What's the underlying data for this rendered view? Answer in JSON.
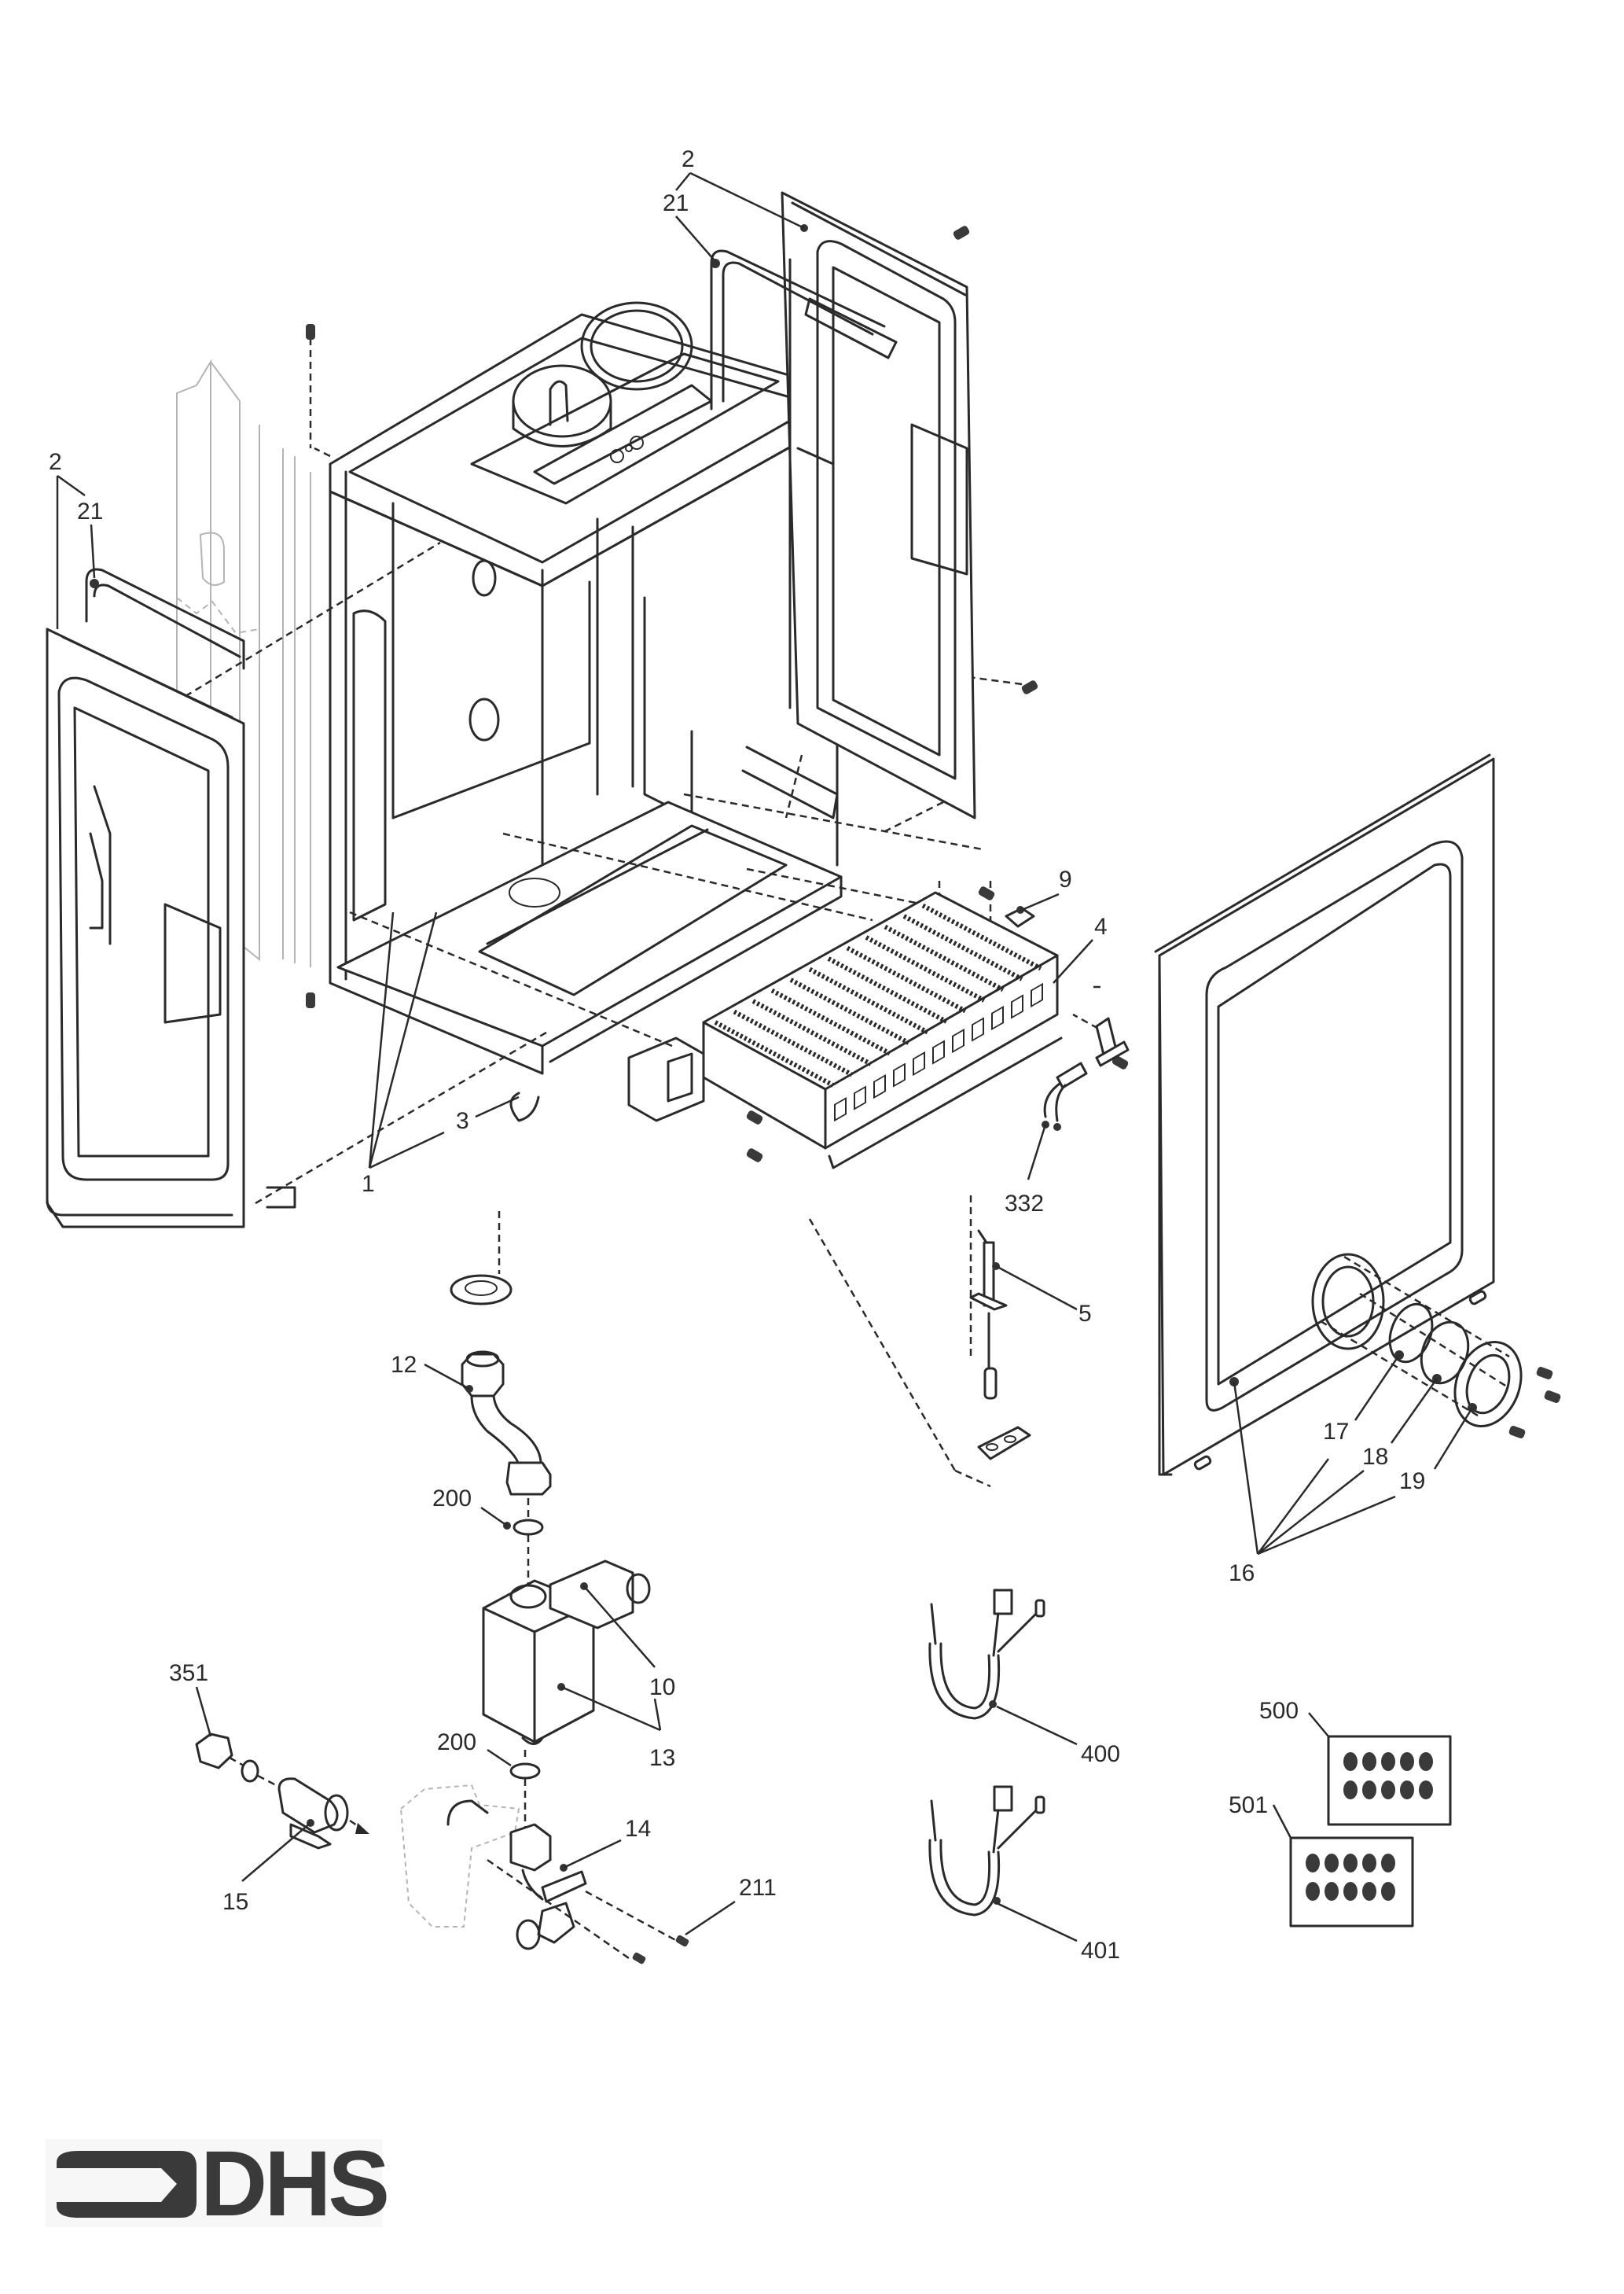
{
  "page": {
    "title": "Exploded parts diagram - casing, burner and gas valve",
    "background": "#ffffff",
    "line_color": "#2a2a2a"
  },
  "logo": {
    "text": "DHS",
    "color": "#3a3a3a",
    "icon": "arrow-right-logo-icon"
  },
  "callouts": {
    "c2_right": "2",
    "c21_right": "21",
    "c2_left": "2",
    "c21_left": "21",
    "c9": "9",
    "c4": "4",
    "c3": "3",
    "c1": "1",
    "c332": "332",
    "c5": "5",
    "c12": "12",
    "c200_upper": "200",
    "c200_lower": "200",
    "c10": "10",
    "c13": "13",
    "c351": "351",
    "c15": "15",
    "c14": "14",
    "c211": "211",
    "c17": "17",
    "c18": "18",
    "c19": "19",
    "c16": "16",
    "c400": "400",
    "c401": "401",
    "c500": "500",
    "c501": "501"
  },
  "parts": [
    {
      "ref": "1",
      "name": "casing-frame"
    },
    {
      "ref": "2",
      "name": "side-panel"
    },
    {
      "ref": "21",
      "name": "side-panel-seal"
    },
    {
      "ref": "3",
      "name": "bottom-tray"
    },
    {
      "ref": "4",
      "name": "burner"
    },
    {
      "ref": "5",
      "name": "ignition-electrode"
    },
    {
      "ref": "9",
      "name": "burner-label"
    },
    {
      "ref": "10",
      "name": "gas-valve-coil"
    },
    {
      "ref": "12",
      "name": "gas-pipe"
    },
    {
      "ref": "13",
      "name": "gas-valve"
    },
    {
      "ref": "14",
      "name": "gas-inlet-elbow"
    },
    {
      "ref": "15",
      "name": "gas-cock"
    },
    {
      "ref": "16",
      "name": "front-panel"
    },
    {
      "ref": "17",
      "name": "sight-glass-seal"
    },
    {
      "ref": "18",
      "name": "sight-glass"
    },
    {
      "ref": "19",
      "name": "sight-glass-ring"
    },
    {
      "ref": "200",
      "name": "washer"
    },
    {
      "ref": "211",
      "name": "screw"
    },
    {
      "ref": "332",
      "name": "flame-sensor-lead"
    },
    {
      "ref": "351",
      "name": "compression-nut"
    },
    {
      "ref": "400",
      "name": "wiring-harness"
    },
    {
      "ref": "401",
      "name": "wiring-harness"
    },
    {
      "ref": "500",
      "name": "injector-kit"
    },
    {
      "ref": "501",
      "name": "injector-kit"
    }
  ],
  "kits": {
    "kit_500_count": 10,
    "kit_501_count": 10
  }
}
